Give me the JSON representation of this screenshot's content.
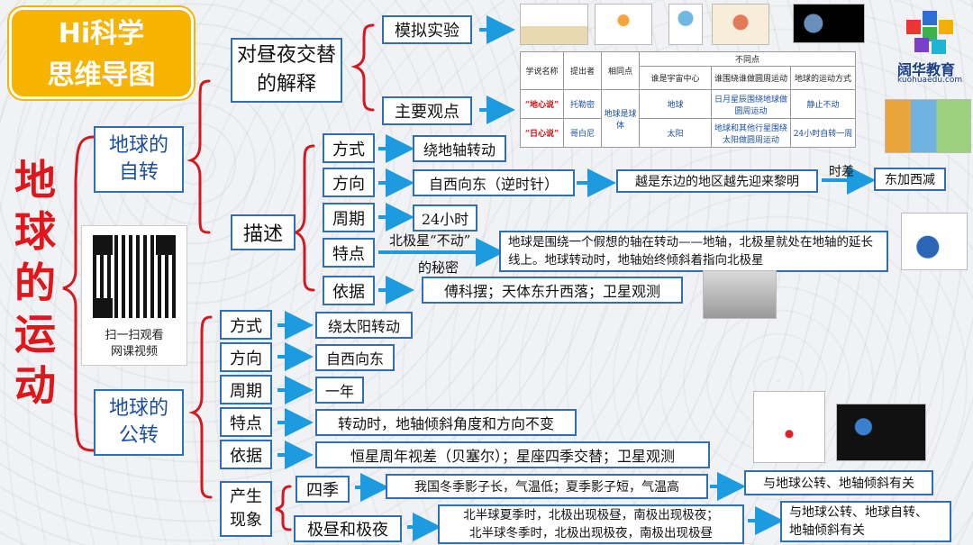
{
  "badge": {
    "line1": "Hi科学",
    "line2": "思维导图"
  },
  "main_title": "地球的运动",
  "rotation": {
    "label": "地球的\n自转",
    "explain": {
      "label": "对昼夜交替的解释",
      "sim": "模拟实验",
      "views": "主要观点"
    },
    "describe": {
      "label": "描述",
      "way": {
        "k": "方式",
        "v": "绕地轴转动"
      },
      "dir": {
        "k": "方向",
        "v": "自西向东（逆时针）",
        "v2": "越是东边的地区越先迎来黎明",
        "note": "时差",
        "v3": "东加西减"
      },
      "period": {
        "k": "周期",
        "v": "24小时"
      },
      "feature": {
        "k": "特点",
        "note1": "北极星“不动”",
        "note2": "的秘密",
        "v": "地球是围绕一个假想的轴在转动——地轴，北极星就处在地轴的延长线上。地球转动时，地轴始终倾斜着指向北极星"
      },
      "basis": {
        "k": "依据",
        "v": "傅科摆；天体东升西落；卫星观测"
      }
    }
  },
  "table": {
    "h_school": "学说名称",
    "h_proposer": "提出者",
    "h_same": "相同点",
    "h_diff": "不同点",
    "h_center": "谁是宇宙中心",
    "h_orbit": "谁围绕谁做圆周运动",
    "h_motion": "地球的运动方式",
    "r1": {
      "name": "“地心说”",
      "who": "托勒密",
      "center": "地球",
      "orbit": "日月星辰围绕地球做圆周运动",
      "motion": "静止不动"
    },
    "same": "地球是球体",
    "r2": {
      "name": "“日心说”",
      "who": "哥白尼",
      "center": "太阳",
      "orbit": "地球和其他行星围绕太阳做圆周运动",
      "motion": "24小时自转一周"
    }
  },
  "qr": {
    "line1": "扫一扫观看",
    "line2": "网课视频"
  },
  "logo": {
    "name": "阔华教育",
    "url": "kuohuaedu.com"
  },
  "revolution": {
    "label": "地球的\n公转",
    "way": {
      "k": "方式",
      "v": "绕太阳转动"
    },
    "dir": {
      "k": "方向",
      "v": "自西向东"
    },
    "period": {
      "k": "周期",
      "v": "一年"
    },
    "feature": {
      "k": "特点",
      "v": "转动时，地轴倾斜角度和方向不变"
    },
    "basis": {
      "k": "依据",
      "v": "恒星周年视差（贝塞尔）；星座四季交替；卫星观测"
    },
    "produce": {
      "k": "产生现象",
      "seasons": {
        "k": "四季",
        "v": "我国冬季影子长，气温低；夏季影子短，气温高",
        "r": "与地球公转、地轴倾斜有关"
      },
      "polar": {
        "k": "极昼和极夜",
        "v1": "北半球夏季时，北极出现极昼，南极出现极夜；",
        "v2": "北半球冬季时，北极出现极夜，南极出现极昼",
        "r1": "与地球公转、地球自转、",
        "r2": "地轴倾斜有关"
      }
    }
  }
}
